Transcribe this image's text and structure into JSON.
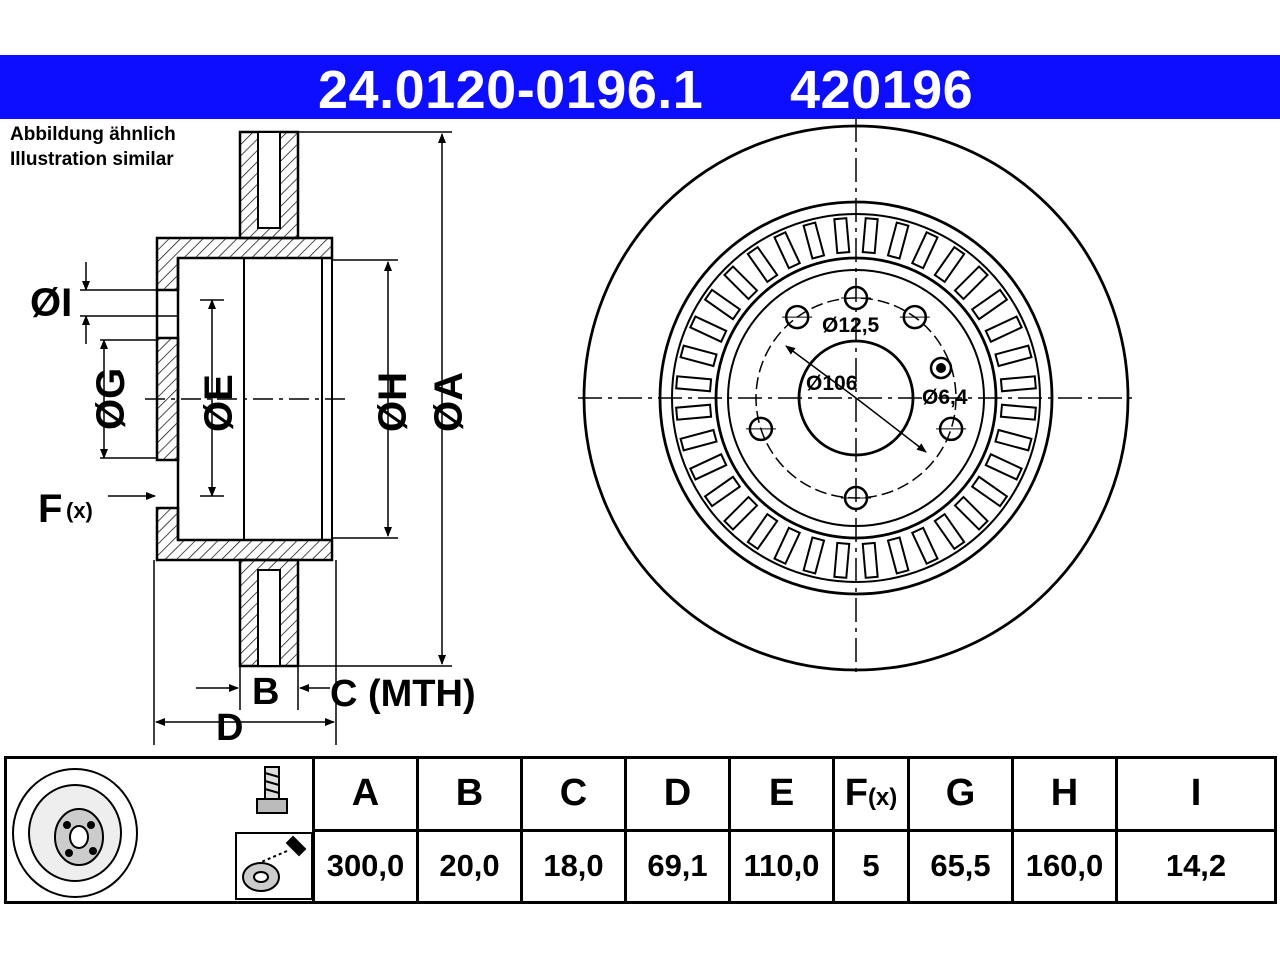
{
  "header": {
    "part_number": "24.0120-0196.1",
    "ref_number": "420196",
    "banner_color": "#0d0dff"
  },
  "notes": {
    "line1": "Abbildung ähnlich",
    "line2": "Illustration similar"
  },
  "side_view": {
    "label_I": "ØI",
    "label_G": "ØG",
    "label_E": "ØE",
    "label_H": "ØH",
    "label_A": "ØA",
    "label_F": "F",
    "label_F_sub": "(x)",
    "label_B": "B",
    "label_C": "C (MTH)",
    "label_D": "D"
  },
  "front_view": {
    "hole_dia": "Ø12,5",
    "pcd": "Ø106",
    "small_hole": "Ø6,4"
  },
  "specs": {
    "headers": [
      "A",
      "B",
      "C",
      "D",
      "E",
      "F",
      "G",
      "H",
      "I"
    ],
    "f_sub": "(x)",
    "values": [
      "300,0",
      "20,0",
      "18,0",
      "69,1",
      "110,0",
      "5",
      "65,5",
      "160,0",
      "14,2"
    ],
    "icons": [
      "brake-disc-icon",
      "bolt-icon",
      "cleaning-spray-icon"
    ]
  }
}
